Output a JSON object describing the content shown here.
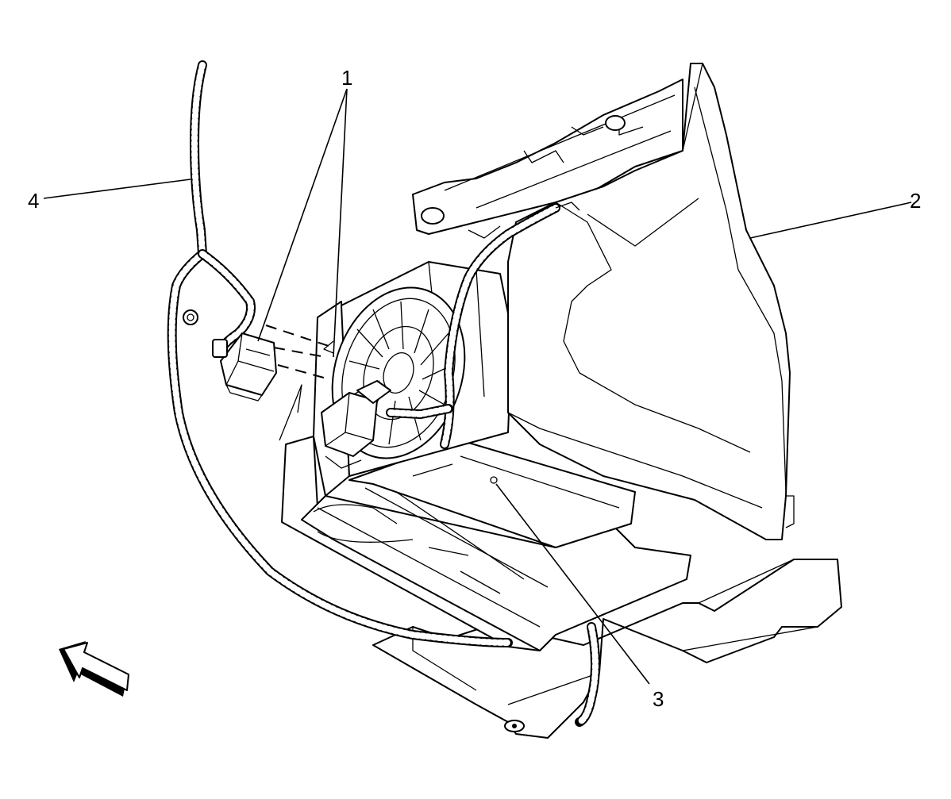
{
  "callouts": {
    "c1": "1",
    "c2": "2",
    "c3": "3",
    "c4": "4"
  },
  "icons": {
    "direction_arrow": "view-direction-arrow-icon"
  }
}
